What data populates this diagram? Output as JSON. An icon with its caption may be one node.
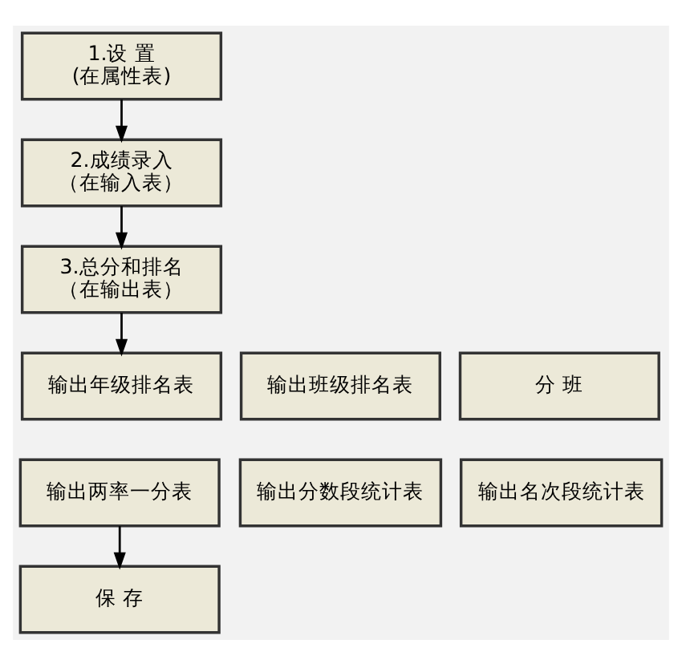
{
  "diagram": {
    "nodes": [
      {
        "text": [
          "1.设 置",
          "(在属性表)"
        ]
      },
      {
        "text": [
          "2.成绩录入",
          "（在输入表）"
        ]
      },
      {
        "text": [
          "3.总分和排名",
          "（在输出表）"
        ]
      },
      {
        "text": [
          "输出年级排名表"
        ]
      },
      {
        "text": [
          "输出班级排名表"
        ]
      },
      {
        "text": [
          "分 班"
        ]
      },
      {
        "text": [
          "输出两率一分表"
        ]
      },
      {
        "text": [
          "输出分数段统计表"
        ]
      },
      {
        "text": [
          "输出名次段统计表"
        ]
      },
      {
        "text": [
          "保 存"
        ]
      }
    ],
    "edges": [
      {
        "from": 0,
        "to": 1,
        "arrow": "to"
      },
      {
        "from": 1,
        "to": 2,
        "arrow": "to"
      },
      {
        "from": 2,
        "to": 3,
        "arrow": "to"
      },
      {
        "from": 6,
        "to": 9,
        "arrow": "to"
      }
    ]
  }
}
